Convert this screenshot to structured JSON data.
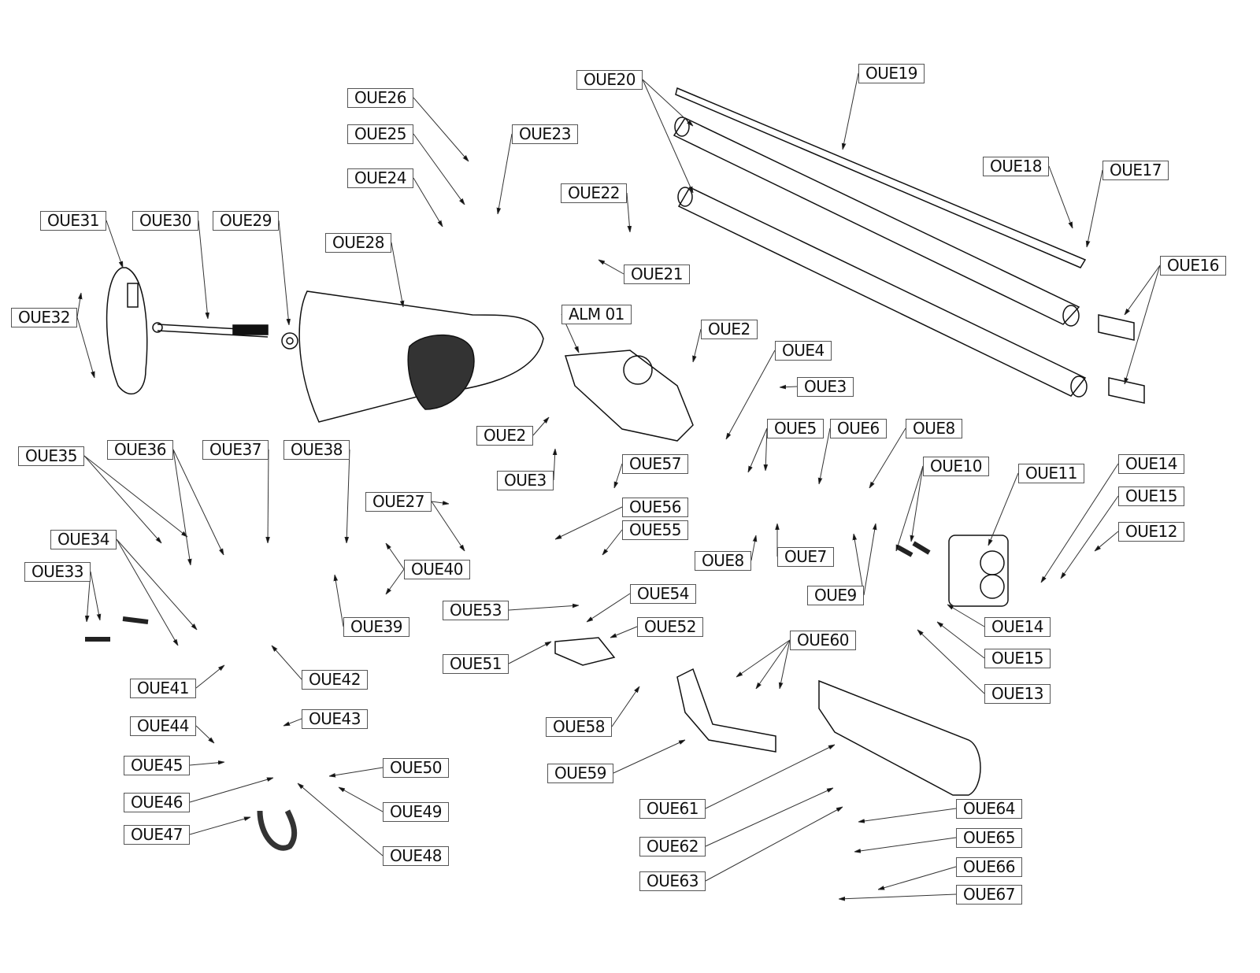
{
  "diagram": {
    "type": "exploded-parts-diagram",
    "subject": "over-under shotgun assembly",
    "line_color": "#111111",
    "callouts": [
      {
        "id": "OUE19",
        "label": "OUE19",
        "part": "rib"
      },
      {
        "id": "OUE20",
        "label": "OUE20",
        "part": "barrels"
      },
      {
        "id": "OUE26",
        "label": "OUE26"
      },
      {
        "id": "OUE25",
        "label": "OUE25"
      },
      {
        "id": "OUE23",
        "label": "OUE23"
      },
      {
        "id": "OUE24",
        "label": "OUE24"
      },
      {
        "id": "OUE18",
        "label": "OUE18"
      },
      {
        "id": "OUE17",
        "label": "OUE17"
      },
      {
        "id": "OUE22",
        "label": "OUE22"
      },
      {
        "id": "OUE31",
        "label": "OUE31",
        "part": "recoil pad"
      },
      {
        "id": "OUE30",
        "label": "OUE30",
        "part": "stock bolt"
      },
      {
        "id": "OUE29",
        "label": "OUE29",
        "part": "washer"
      },
      {
        "id": "OUE28",
        "label": "OUE28",
        "part": "stock"
      },
      {
        "id": "OUE21",
        "label": "OUE21"
      },
      {
        "id": "OUE16",
        "label": "OUE16",
        "part": "choke tubes"
      },
      {
        "id": "OUE32",
        "label": "OUE32",
        "part": "pad screws"
      },
      {
        "id": "ALM01",
        "label": "ALM 01",
        "part": "receiver"
      },
      {
        "id": "OUE2a",
        "label": "OUE2"
      },
      {
        "id": "OUE4",
        "label": "OUE4"
      },
      {
        "id": "OUE3a",
        "label": "OUE3"
      },
      {
        "id": "OUE5",
        "label": "OUE5"
      },
      {
        "id": "OUE6",
        "label": "OUE6"
      },
      {
        "id": "OUE8a",
        "label": "OUE8"
      },
      {
        "id": "OUE2b",
        "label": "OUE2"
      },
      {
        "id": "OUE35",
        "label": "OUE35"
      },
      {
        "id": "OUE36",
        "label": "OUE36"
      },
      {
        "id": "OUE37",
        "label": "OUE37"
      },
      {
        "id": "OUE38",
        "label": "OUE38"
      },
      {
        "id": "OUE10",
        "label": "OUE10"
      },
      {
        "id": "OUE11",
        "label": "OUE11"
      },
      {
        "id": "OUE14a",
        "label": "OUE14"
      },
      {
        "id": "OUE57",
        "label": "OUE57"
      },
      {
        "id": "OUE3b",
        "label": "OUE3"
      },
      {
        "id": "OUE15a",
        "label": "OUE15"
      },
      {
        "id": "OUE27",
        "label": "OUE27"
      },
      {
        "id": "OUE56",
        "label": "OUE56"
      },
      {
        "id": "OUE12",
        "label": "OUE12"
      },
      {
        "id": "OUE55",
        "label": "OUE55"
      },
      {
        "id": "OUE34",
        "label": "OUE34"
      },
      {
        "id": "OUE8b",
        "label": "OUE8"
      },
      {
        "id": "OUE7",
        "label": "OUE7"
      },
      {
        "id": "OUE33",
        "label": "OUE33"
      },
      {
        "id": "OUE40",
        "label": "OUE40"
      },
      {
        "id": "OUE9",
        "label": "OUE9"
      },
      {
        "id": "OUE54",
        "label": "OUE54"
      },
      {
        "id": "OUE53",
        "label": "OUE53"
      },
      {
        "id": "OUE14b",
        "label": "OUE14"
      },
      {
        "id": "OUE39",
        "label": "OUE39"
      },
      {
        "id": "OUE52",
        "label": "OUE52"
      },
      {
        "id": "OUE60",
        "label": "OUE60"
      },
      {
        "id": "OUE15b",
        "label": "OUE15"
      },
      {
        "id": "OUE51",
        "label": "OUE51"
      },
      {
        "id": "OUE42",
        "label": "OUE42"
      },
      {
        "id": "OUE41",
        "label": "OUE41"
      },
      {
        "id": "OUE13",
        "label": "OUE13"
      },
      {
        "id": "OUE43",
        "label": "OUE43"
      },
      {
        "id": "OUE44",
        "label": "OUE44"
      },
      {
        "id": "OUE58",
        "label": "OUE58"
      },
      {
        "id": "OUE50",
        "label": "OUE50"
      },
      {
        "id": "OUE45",
        "label": "OUE45"
      },
      {
        "id": "OUE59",
        "label": "OUE59"
      },
      {
        "id": "OUE46",
        "label": "OUE46"
      },
      {
        "id": "OUE49",
        "label": "OUE49"
      },
      {
        "id": "OUE64",
        "label": "OUE64"
      },
      {
        "id": "OUE61",
        "label": "OUE61"
      },
      {
        "id": "OUE47",
        "label": "OUE47"
      },
      {
        "id": "OUE65",
        "label": "OUE65"
      },
      {
        "id": "OUE48",
        "label": "OUE48"
      },
      {
        "id": "OUE62",
        "label": "OUE62"
      },
      {
        "id": "OUE66",
        "label": "OUE66"
      },
      {
        "id": "OUE63",
        "label": "OUE63"
      },
      {
        "id": "OUE67",
        "label": "OUE67"
      }
    ]
  }
}
